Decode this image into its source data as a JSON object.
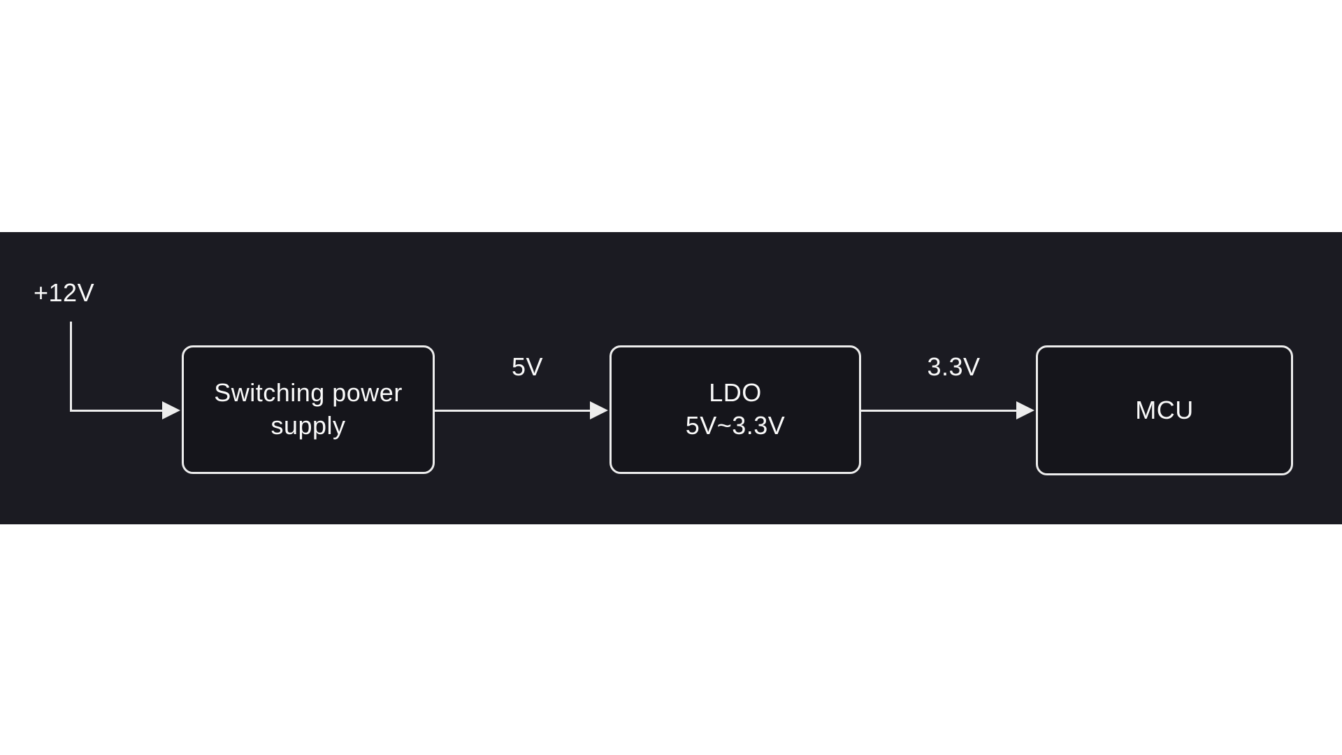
{
  "diagram": {
    "type": "flowchart",
    "direction": "left-to-right",
    "nodes": [
      {
        "id": "switching-power-supply",
        "label": "Switching power supply",
        "label_lines": [
          "Switching power",
          "supply"
        ]
      },
      {
        "id": "ldo",
        "label": "LDO 5V~3.3V",
        "label_lines": [
          "LDO",
          "5V~3.3V"
        ]
      },
      {
        "id": "mcu",
        "label": "MCU",
        "label_lines": [
          "MCU"
        ]
      }
    ],
    "edges": [
      {
        "from": "source",
        "to": "switching-power-supply",
        "label": "+12V"
      },
      {
        "from": "switching-power-supply",
        "to": "ldo",
        "label": "5V"
      },
      {
        "from": "ldo",
        "to": "mcu",
        "label": "3.3V"
      }
    ]
  },
  "colors": {
    "page_bg": "#ffffff",
    "band_bg": "#1b1b22",
    "node_bg": "#15151b",
    "stroke": "#ededed",
    "text_color": "#fafafa"
  }
}
